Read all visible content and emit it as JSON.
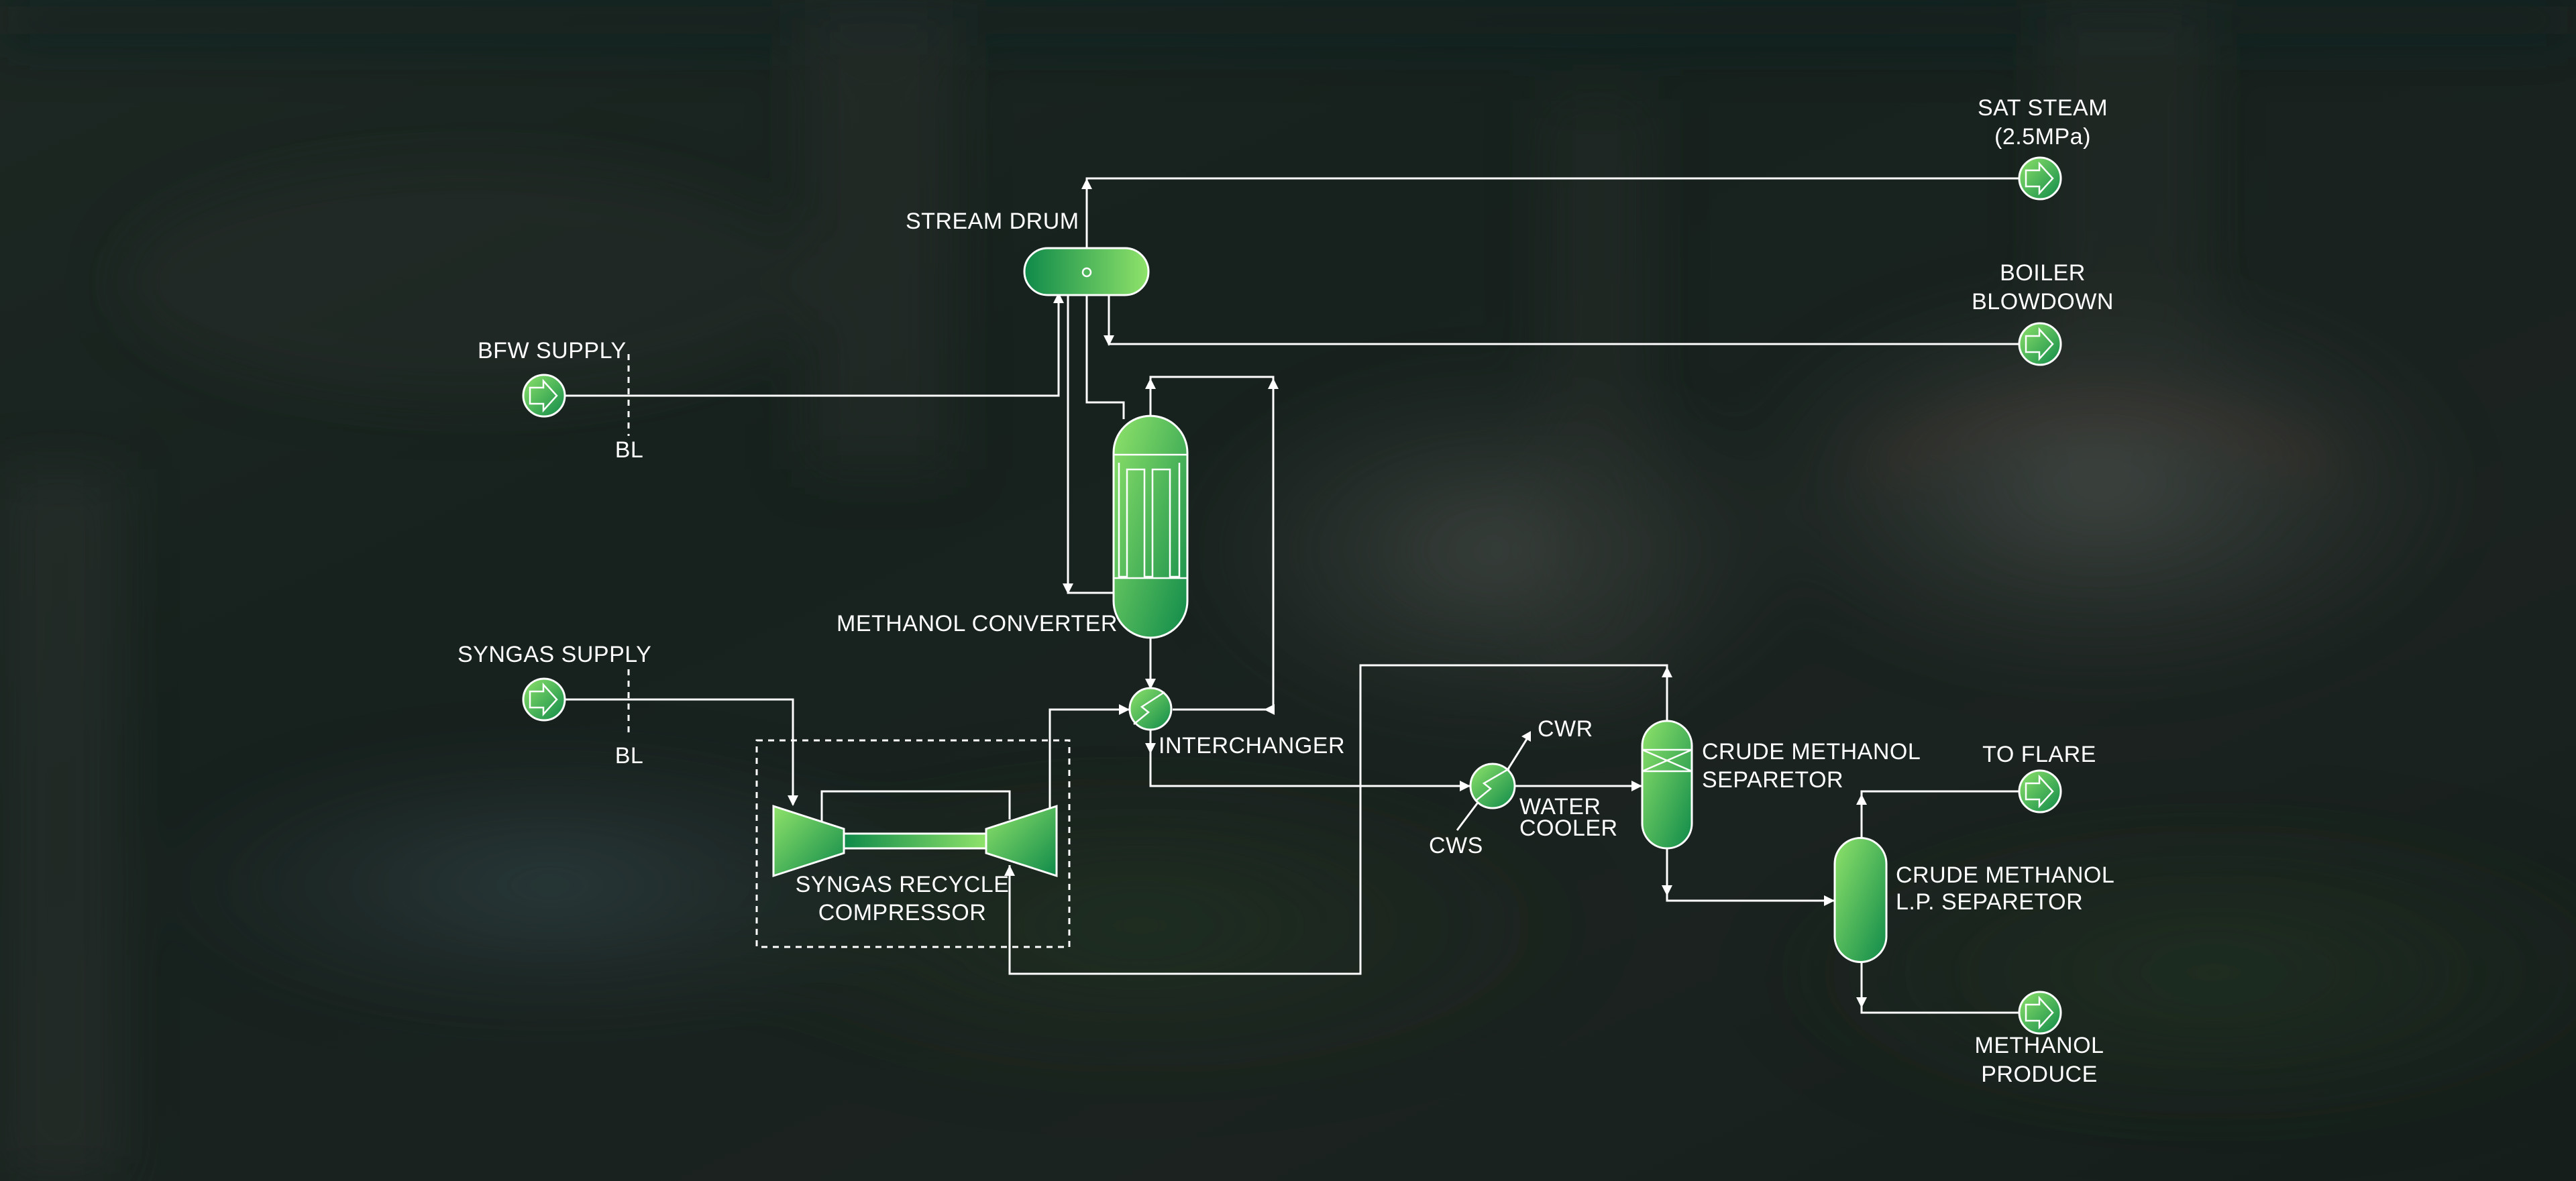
{
  "colors": {
    "equipment_green_light": "#8fe36a",
    "equipment_green_dark": "#0f8a4a",
    "line": "#ffffff",
    "background": "#1b2622"
  },
  "labels": {
    "sat_steam_1": "SAT STEAM",
    "sat_steam_2": "(2.5MPa)",
    "stream_drum": "STREAM DRUM",
    "boiler_1": "BOILER",
    "boiler_2": "BLOWDOWN",
    "bfw_supply": "BFW SUPPLY",
    "bl_1": "BL",
    "methanol_converter": "METHANOL CONVERTER",
    "syngas_supply": "SYNGAS SUPPLY",
    "bl_2": "BL",
    "interchanger": "INTERCHANGER",
    "cwr": "CWR",
    "cws": "CWS",
    "water_cooler_1": "WATER",
    "water_cooler_2": "COOLER",
    "crude_sep_1": "CRUDE METHANOL",
    "crude_sep_2": "SEPARETOR",
    "to_flare": "TO FLARE",
    "lp_sep_1": "CRUDE METHANOL",
    "lp_sep_2": "L.P. SEPARETOR",
    "compressor_1": "SYNGAS RECYCLE",
    "compressor_2": "COMPRESSOR",
    "methanol_produce_1": "METHANOL",
    "methanol_produce_2": "PRODUCE"
  }
}
